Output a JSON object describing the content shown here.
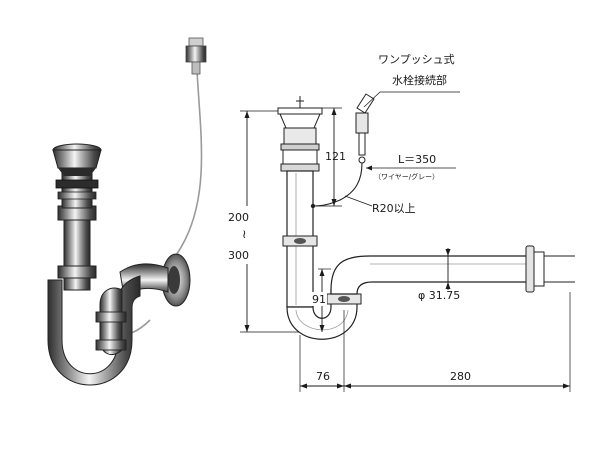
{
  "labels": {
    "connector_line1": "ワンプッシュ式",
    "connector_line2": "水栓接続部",
    "wire_length": "L＝350",
    "wire_note": "（ワイヤー/グレー）",
    "bend_radius": "R20以上",
    "pipe_diameter": "φ 31.75"
  },
  "dimensions": {
    "height_min": "200",
    "height_tilde": "≀",
    "height_max": "300",
    "upper_length": "121",
    "trap_depth": "91",
    "trap_offset": "76",
    "outlet_length": "280"
  },
  "colors": {
    "line": "#1a1a1a",
    "chrome_dark": "#3a3a3a",
    "chrome_mid": "#8c8c8c",
    "chrome_light": "#f2f2f2",
    "wire": "#9a9a9a"
  }
}
